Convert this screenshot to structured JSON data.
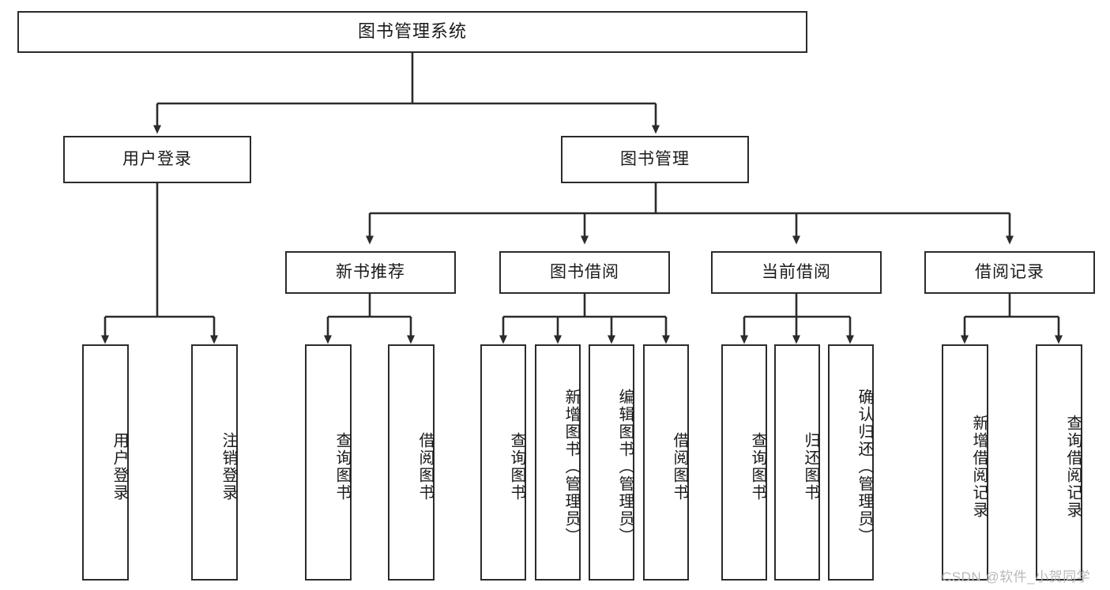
{
  "diagram": {
    "title": "图书管理系统",
    "type": "tree-hierarchy-chart",
    "root": {
      "label": "图书管理系统"
    },
    "level2": [
      {
        "label": "用户登录"
      },
      {
        "label": "图书管理"
      }
    ],
    "level3": [
      {
        "label": "新书推荐"
      },
      {
        "label": "图书借阅"
      },
      {
        "label": "当前借阅"
      },
      {
        "label": "借阅记录"
      }
    ],
    "leaves": {
      "user_login": [
        {
          "label": "用户登录"
        },
        {
          "label": "注销登录"
        }
      ],
      "new_book_recommend": [
        {
          "label": "查询图书"
        },
        {
          "label": "借阅图书"
        }
      ],
      "book_borrow": [
        {
          "label": "查询图书"
        },
        {
          "label": "新增图书（管理员）"
        },
        {
          "label": "编辑图书（管理员）"
        },
        {
          "label": "借阅图书"
        }
      ],
      "current_borrow": [
        {
          "label": "查询图书"
        },
        {
          "label": "归还图书"
        },
        {
          "label": "确认归还（管理员）"
        }
      ],
      "borrow_records": [
        {
          "label": "新增借阅记录"
        },
        {
          "label": "查询借阅记录"
        }
      ]
    }
  },
  "watermark": {
    "text": "CSDN @软件_小贺同学"
  },
  "colors": {
    "box_border": "#2b2b2b",
    "box_fill": "#ffffff",
    "line": "#2b2b2b",
    "text": "#1a1a1a",
    "watermark": "#b9b9b9",
    "background": "#ffffff"
  }
}
